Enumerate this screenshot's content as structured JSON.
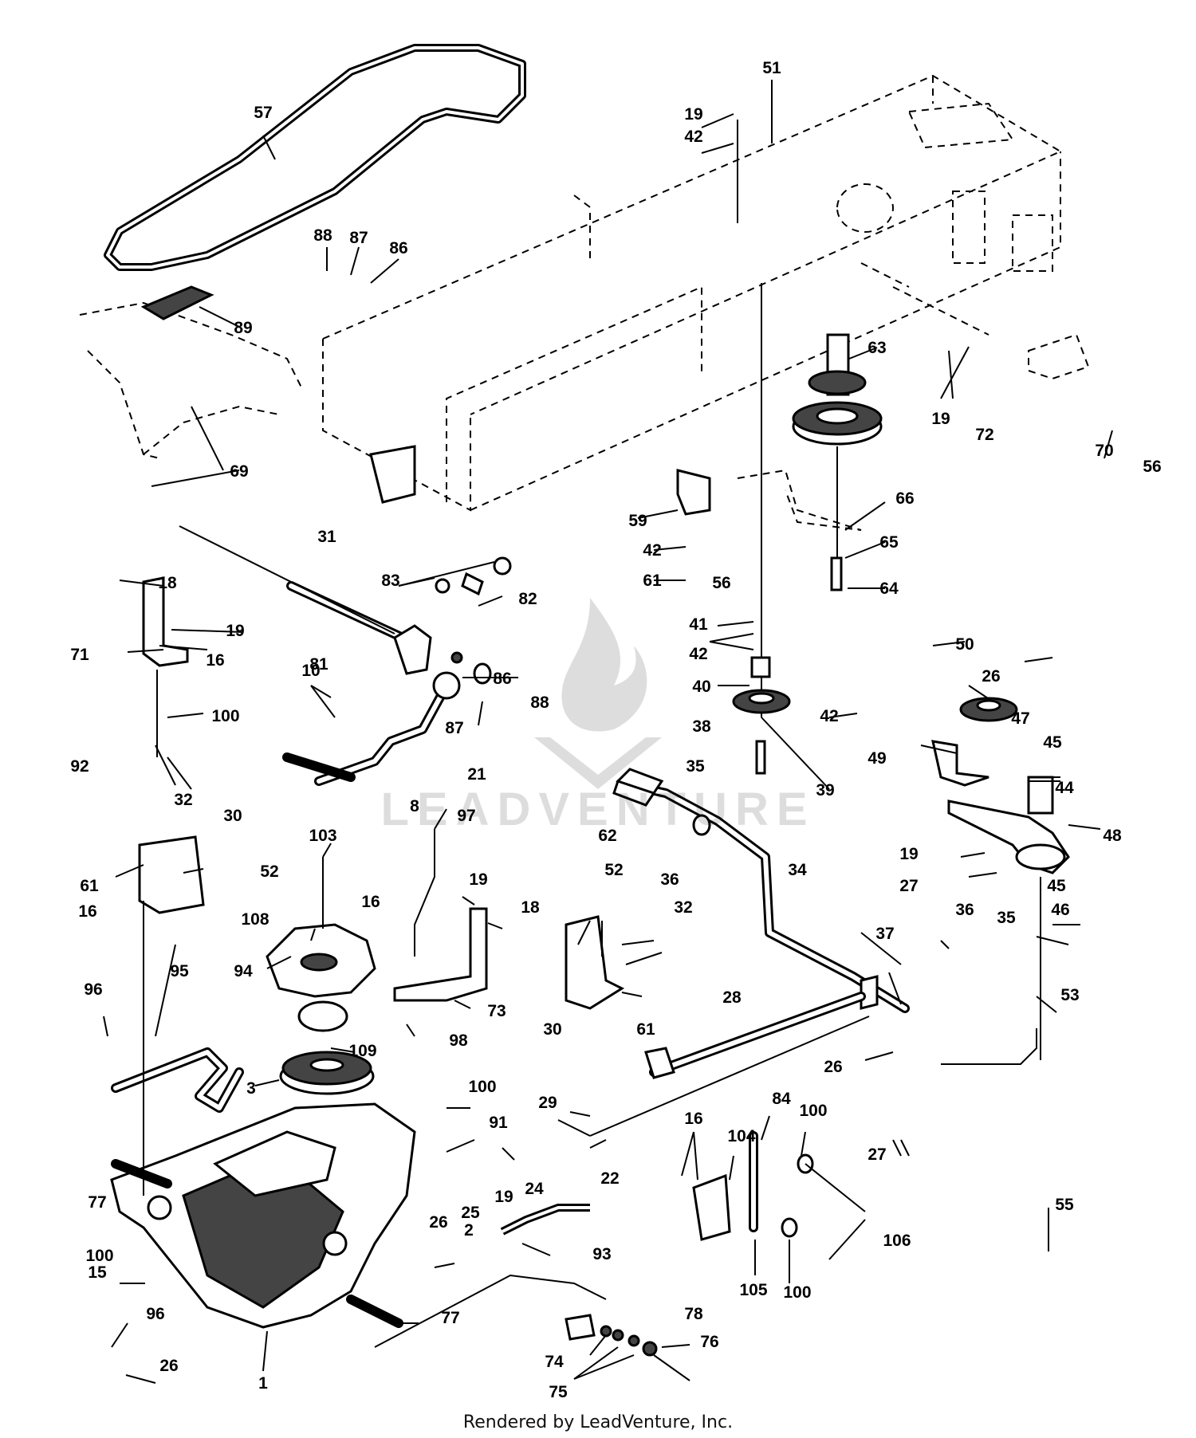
{
  "footer": "Rendered by LeadVenture, Inc.",
  "watermark": {
    "text": "LEADVENTURE",
    "color": "#000000"
  },
  "callouts": [
    {
      "id": "57",
      "t": "57"
    },
    {
      "id": "19a",
      "t": "19"
    },
    {
      "id": "42a",
      "t": "42"
    },
    {
      "id": "51",
      "t": "51"
    },
    {
      "id": "88a",
      "t": "88"
    },
    {
      "id": "87a",
      "t": "87"
    },
    {
      "id": "86a",
      "t": "86"
    },
    {
      "id": "89",
      "t": "89"
    },
    {
      "id": "63",
      "t": "63"
    },
    {
      "id": "19b",
      "t": "19"
    },
    {
      "id": "72",
      "t": "72"
    },
    {
      "id": "70",
      "t": "70"
    },
    {
      "id": "56a",
      "t": "56"
    },
    {
      "id": "69",
      "t": "69"
    },
    {
      "id": "31",
      "t": "31"
    },
    {
      "id": "59",
      "t": "59"
    },
    {
      "id": "66",
      "t": "66"
    },
    {
      "id": "42b",
      "t": "42"
    },
    {
      "id": "56b",
      "t": "56"
    },
    {
      "id": "65",
      "t": "65"
    },
    {
      "id": "61a",
      "t": "61"
    },
    {
      "id": "64",
      "t": "64"
    },
    {
      "id": "18a",
      "t": "18"
    },
    {
      "id": "83",
      "t": "83"
    },
    {
      "id": "82",
      "t": "82"
    },
    {
      "id": "19c",
      "t": "19"
    },
    {
      "id": "41",
      "t": "41"
    },
    {
      "id": "71",
      "t": "71"
    },
    {
      "id": "16a",
      "t": "16"
    },
    {
      "id": "81",
      "t": "81"
    },
    {
      "id": "42c",
      "t": "42"
    },
    {
      "id": "50",
      "t": "50"
    },
    {
      "id": "86b",
      "t": "86"
    },
    {
      "id": "26a",
      "t": "26"
    },
    {
      "id": "100a",
      "t": "100"
    },
    {
      "id": "40",
      "t": "40"
    },
    {
      "id": "47",
      "t": "47"
    },
    {
      "id": "88b",
      "t": "88"
    },
    {
      "id": "38",
      "t": "38"
    },
    {
      "id": "10",
      "t": "10"
    },
    {
      "id": "42d",
      "t": "42"
    },
    {
      "id": "45a",
      "t": "45"
    },
    {
      "id": "92",
      "t": "92"
    },
    {
      "id": "87b",
      "t": "87"
    },
    {
      "id": "49",
      "t": "49"
    },
    {
      "id": "21",
      "t": "21"
    },
    {
      "id": "35a",
      "t": "35"
    },
    {
      "id": "44",
      "t": "44"
    },
    {
      "id": "39",
      "t": "39"
    },
    {
      "id": "32a",
      "t": "32"
    },
    {
      "id": "8",
      "t": "8"
    },
    {
      "id": "97",
      "t": "97"
    },
    {
      "id": "62",
      "t": "62"
    },
    {
      "id": "48",
      "t": "48"
    },
    {
      "id": "30a",
      "t": "30"
    },
    {
      "id": "103",
      "t": "103"
    },
    {
      "id": "36a",
      "t": "36"
    },
    {
      "id": "19d",
      "t": "19"
    },
    {
      "id": "34",
      "t": "34"
    },
    {
      "id": "52a",
      "t": "52"
    },
    {
      "id": "52b",
      "t": "52"
    },
    {
      "id": "27a",
      "t": "27"
    },
    {
      "id": "61b",
      "t": "61"
    },
    {
      "id": "19e",
      "t": "19"
    },
    {
      "id": "45b",
      "t": "45"
    },
    {
      "id": "16b",
      "t": "16"
    },
    {
      "id": "16c",
      "t": "16"
    },
    {
      "id": "18b",
      "t": "18"
    },
    {
      "id": "32b",
      "t": "32"
    },
    {
      "id": "46",
      "t": "46"
    },
    {
      "id": "108",
      "t": "108"
    },
    {
      "id": "36b",
      "t": "36"
    },
    {
      "id": "35b",
      "t": "35"
    },
    {
      "id": "37",
      "t": "37"
    },
    {
      "id": "94",
      "t": "94"
    },
    {
      "id": "73",
      "t": "73"
    },
    {
      "id": "61c",
      "t": "61"
    },
    {
      "id": "96a",
      "t": "96"
    },
    {
      "id": "95",
      "t": "95"
    },
    {
      "id": "28",
      "t": "28"
    },
    {
      "id": "30b",
      "t": "30"
    },
    {
      "id": "53",
      "t": "53"
    },
    {
      "id": "98",
      "t": "98"
    },
    {
      "id": "109",
      "t": "109"
    },
    {
      "id": "26b",
      "t": "26"
    },
    {
      "id": "3",
      "t": "3"
    },
    {
      "id": "100b",
      "t": "100"
    },
    {
      "id": "29",
      "t": "29"
    },
    {
      "id": "84",
      "t": "84"
    },
    {
      "id": "91",
      "t": "91"
    },
    {
      "id": "16d",
      "t": "16"
    },
    {
      "id": "104",
      "t": "104"
    },
    {
      "id": "100c",
      "t": "100"
    },
    {
      "id": "27b",
      "t": "27"
    },
    {
      "id": "24",
      "t": "24"
    },
    {
      "id": "77a",
      "t": "77"
    },
    {
      "id": "19f",
      "t": "19"
    },
    {
      "id": "22",
      "t": "22"
    },
    {
      "id": "26c",
      "t": "26"
    },
    {
      "id": "25",
      "t": "25"
    },
    {
      "id": "55",
      "t": "55"
    },
    {
      "id": "106",
      "t": "106"
    },
    {
      "id": "100d",
      "t": "100"
    },
    {
      "id": "93",
      "t": "93"
    },
    {
      "id": "2",
      "t": "2"
    },
    {
      "id": "15",
      "t": "15"
    },
    {
      "id": "105",
      "t": "105"
    },
    {
      "id": "100e",
      "t": "100"
    },
    {
      "id": "96b",
      "t": "96"
    },
    {
      "id": "78",
      "t": "78"
    },
    {
      "id": "77b",
      "t": "77"
    },
    {
      "id": "74",
      "t": "74"
    },
    {
      "id": "1",
      "t": "1"
    },
    {
      "id": "75",
      "t": "75"
    },
    {
      "id": "76",
      "t": "76"
    },
    {
      "id": "26d",
      "t": "26"
    }
  ]
}
